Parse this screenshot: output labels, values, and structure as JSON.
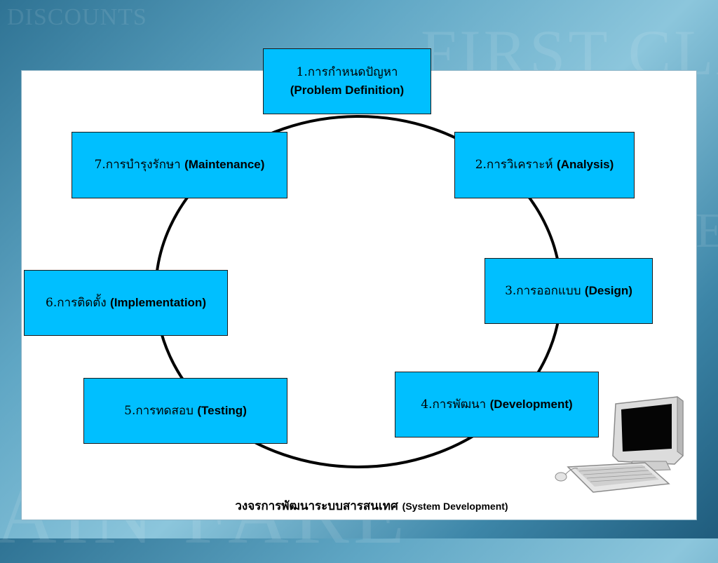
{
  "diagram": {
    "steps": [
      {
        "id": "s1",
        "thai": "1.การกำหนดปัญหา",
        "english": "(Problem  Definition)"
      },
      {
        "id": "s2",
        "thai": "2.การวิเคราะห์ ",
        "english": "(Analysis)"
      },
      {
        "id": "s3",
        "thai": "3.การออกแบบ ",
        "english": "(Design)"
      },
      {
        "id": "s4",
        "thai": "4.การพัฒนา ",
        "english": "(Development)"
      },
      {
        "id": "s5",
        "thai": "5.การทดสอบ ",
        "english": "(Testing)"
      },
      {
        "id": "s6",
        "thai": "6.การติดตั้ง ",
        "english": "(Implementation)"
      },
      {
        "id": "s7",
        "thai": "7.การบำรุงรักษา ",
        "english": "(Maintenance)"
      }
    ],
    "caption": {
      "thai": "วงจรการพัฒนาระบบสารสนเทศ ",
      "english": "(System Development)"
    },
    "colors": {
      "box_fill": "#00bfff",
      "circle_stroke": "#000000",
      "panel": "#ffffff"
    }
  },
  "background": {
    "watermarks": [
      "DISCOUNTS",
      "FIRST CLASS",
      "AIN FARE",
      "E"
    ]
  }
}
